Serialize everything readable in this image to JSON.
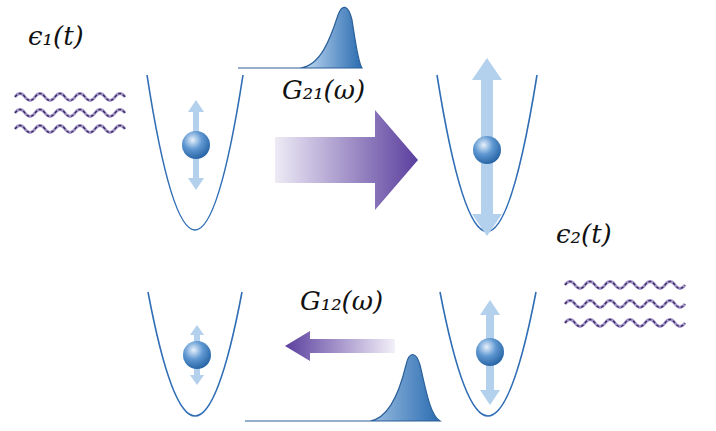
{
  "diagram": {
    "labels": [
      "ϵ₁(t)",
      "G₂₁(ω)",
      "ϵ₂(t)",
      "G₁₂(ω)"
    ]
  }
}
